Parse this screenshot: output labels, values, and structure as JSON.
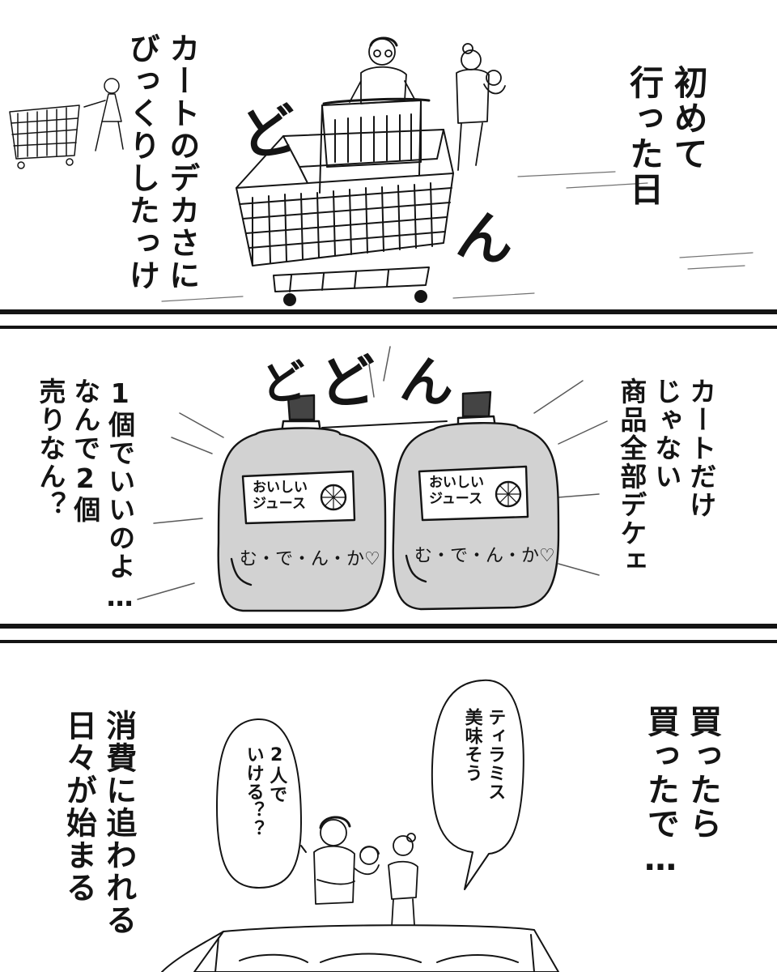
{
  "panels": [
    {
      "id": "panel-1",
      "narration_right": "初めて\n行った日",
      "narration_left": "カートのデカさに\nびっくりしたっけ…",
      "sfx": [
        "ど",
        "ん"
      ]
    },
    {
      "id": "panel-2",
      "narration_right": "カートだけ\nじゃない\n商品全部デケェ",
      "narration_left": "1個でいいのよ…\nなんで2個\n売りなん？",
      "sfx": [
        "ど",
        "ど",
        "ん"
      ],
      "bottles": [
        {
          "label": "おいしい\nジュース",
          "brand": "む・で・ん・か♡"
        },
        {
          "label": "おいしい\nジュース",
          "brand": "む・で・ん・か♡"
        }
      ]
    },
    {
      "id": "panel-3",
      "narration_right": "買ったら\n買ったで…",
      "narration_left": "消費に追われる\n日々が始まる",
      "bubbles": [
        {
          "id": "bubble-tiramisu",
          "text": "ティラミス\n美味そう"
        },
        {
          "id": "bubble-two",
          "text": "2人で\nいける？？"
        }
      ]
    }
  ],
  "colors": {
    "ink": "#141414",
    "tone": "#cfcfcf",
    "paper": "#ffffff"
  }
}
